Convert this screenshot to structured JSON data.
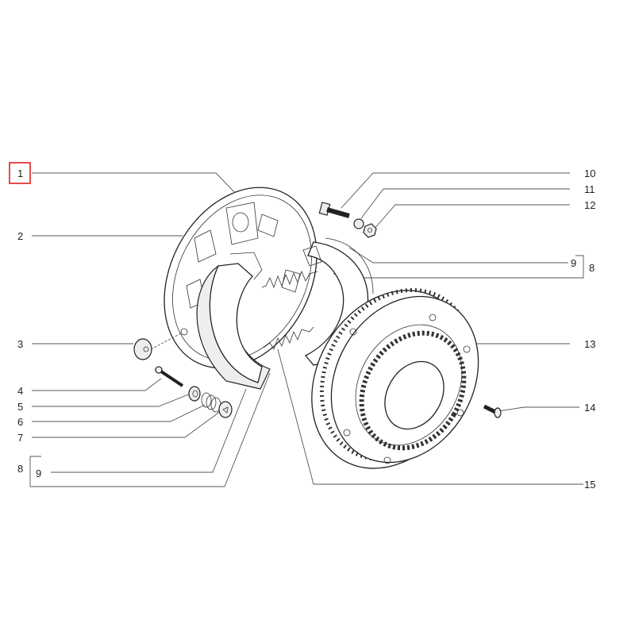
{
  "diagram": {
    "title": "Rear drum brake assembly - exploded view",
    "selected_callout": "1",
    "highlight_color": "#e02020",
    "callouts": {
      "c1": "1",
      "c2": "2",
      "c3": "3",
      "c4": "4",
      "c5": "5",
      "c6": "6",
      "c7": "7",
      "c8_left": "8",
      "c9_left": "9",
      "c10": "10",
      "c11": "11",
      "c12": "12",
      "c9_right": "9",
      "c8_right": "8",
      "c13": "13",
      "c14": "14",
      "c15": "15"
    }
  }
}
